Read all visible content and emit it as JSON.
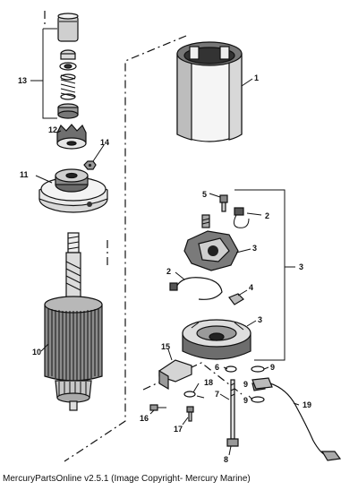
{
  "caption": "MercuryPartsOnline v2.5.1 (Image Copyright- Mercury Marine)",
  "callouts": [
    "1",
    "2",
    "2",
    "3",
    "3",
    "3",
    "4",
    "5",
    "6",
    "7",
    "8",
    "9",
    "9",
    "9",
    "10",
    "11",
    "12",
    "13",
    "14",
    "15",
    "16",
    "17",
    "18",
    "19"
  ]
}
